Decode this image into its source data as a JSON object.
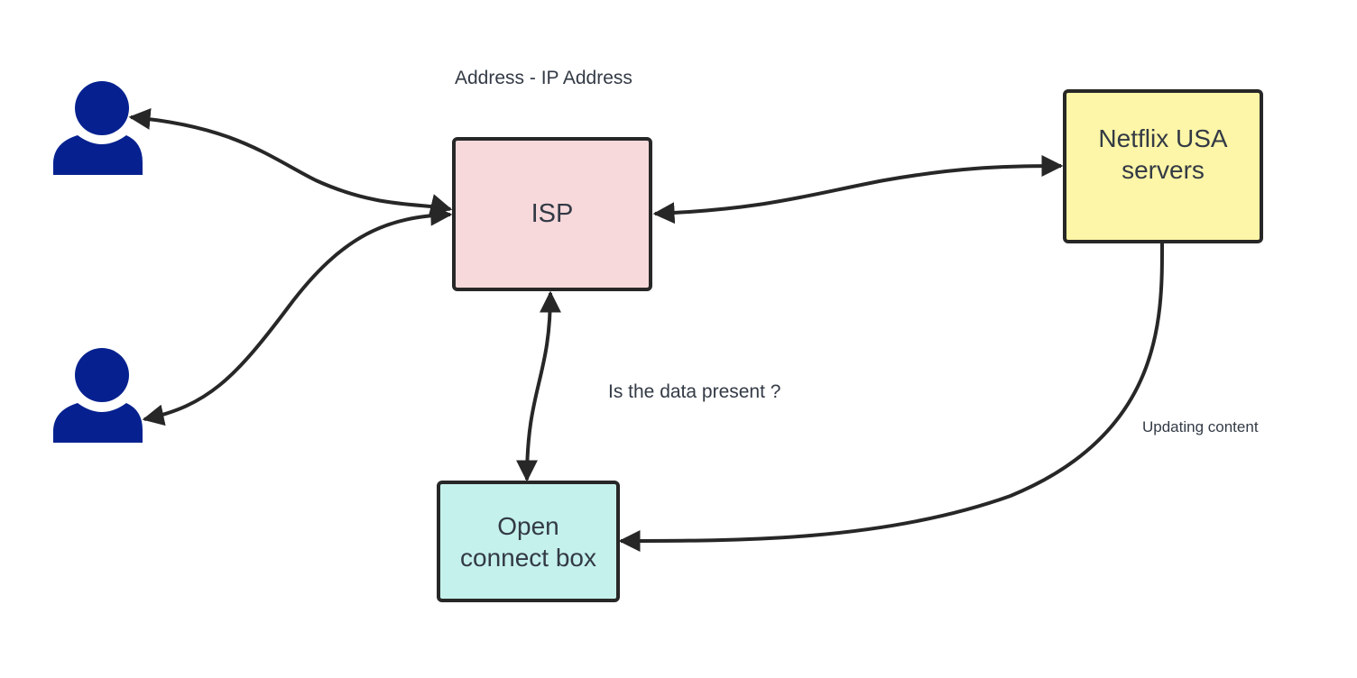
{
  "colors": {
    "person": "#06218f",
    "isp_fill": "#f7d9db",
    "netflix_fill": "#fdf5a7",
    "openconnect_fill": "#c5f1ec",
    "stroke": "#272727",
    "text": "#333a45"
  },
  "icons": [
    "person-icon",
    "person-icon"
  ],
  "labels": {
    "address": "Address - IP Address",
    "data_present": "Is the data present ?",
    "updating": "Updating content"
  },
  "nodes": {
    "isp": "ISP",
    "netflix_line1": "Netflix USA",
    "netflix_line2": "servers",
    "openconnect_line1": "Open",
    "openconnect_line2": "connect box"
  }
}
